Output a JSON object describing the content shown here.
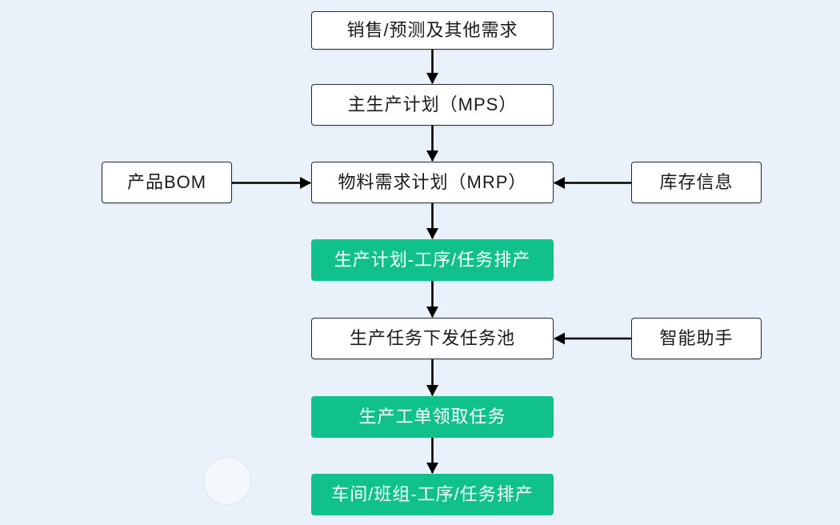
{
  "diagram": {
    "type": "flowchart",
    "background_color": "#e9f1fa",
    "highlight_color": "#10c18c",
    "box_fill_color": "#ffffff",
    "box_border_color": "#2b2b2b",
    "arrow_color": "#000000",
    "nodes": {
      "sales": {
        "label": "销售/预测及其他需求",
        "style": "plain"
      },
      "mps": {
        "label": "主生产计划（MPS）",
        "style": "plain"
      },
      "bom": {
        "label": "产品BOM",
        "style": "plain"
      },
      "mrp": {
        "label": "物料需求计划（MRP）",
        "style": "plain"
      },
      "inventory": {
        "label": "库存信息",
        "style": "plain"
      },
      "plan": {
        "label": "生产计划-工序/任务排产",
        "style": "highlight"
      },
      "pool": {
        "label": "生产任务下发任务池",
        "style": "plain"
      },
      "assistant": {
        "label": "智能助手",
        "style": "plain"
      },
      "claim": {
        "label": "生产工单领取任务",
        "style": "highlight"
      },
      "workshop": {
        "label": "车间/班组-工序/任务排产",
        "style": "highlight"
      }
    },
    "edges": [
      {
        "from": "sales",
        "to": "mps",
        "direction": "down"
      },
      {
        "from": "mps",
        "to": "mrp",
        "direction": "down"
      },
      {
        "from": "bom",
        "to": "mrp",
        "direction": "right"
      },
      {
        "from": "inventory",
        "to": "mrp",
        "direction": "left"
      },
      {
        "from": "mrp",
        "to": "plan",
        "direction": "down"
      },
      {
        "from": "plan",
        "to": "pool",
        "direction": "down"
      },
      {
        "from": "assistant",
        "to": "pool",
        "direction": "left"
      },
      {
        "from": "pool",
        "to": "claim",
        "direction": "down"
      },
      {
        "from": "claim",
        "to": "workshop",
        "direction": "down"
      }
    ]
  }
}
